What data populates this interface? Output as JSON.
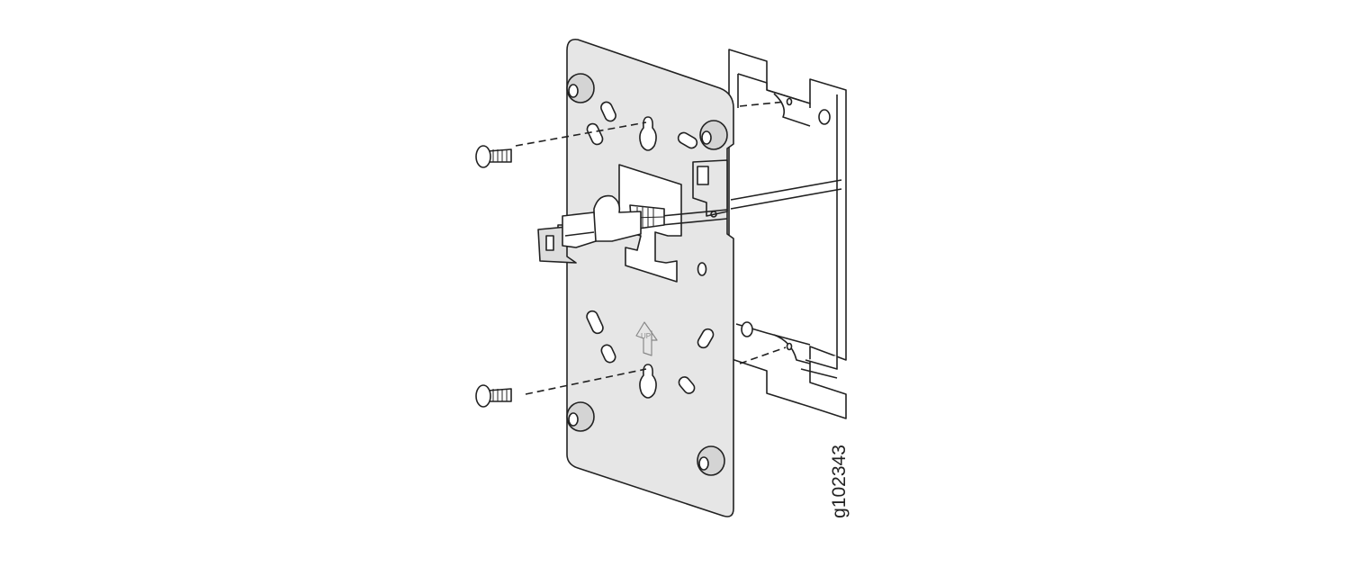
{
  "figure": {
    "id_label": "g102343",
    "arrow_label": "UP",
    "colors": {
      "plate": "#e6e6e6",
      "outline": "#222222",
      "box": "#ffffff",
      "screw": "#ffffff"
    },
    "components": [
      "mounting-bracket",
      "electrical-box",
      "screw-top",
      "screw-bottom",
      "ethernet-cable"
    ]
  }
}
